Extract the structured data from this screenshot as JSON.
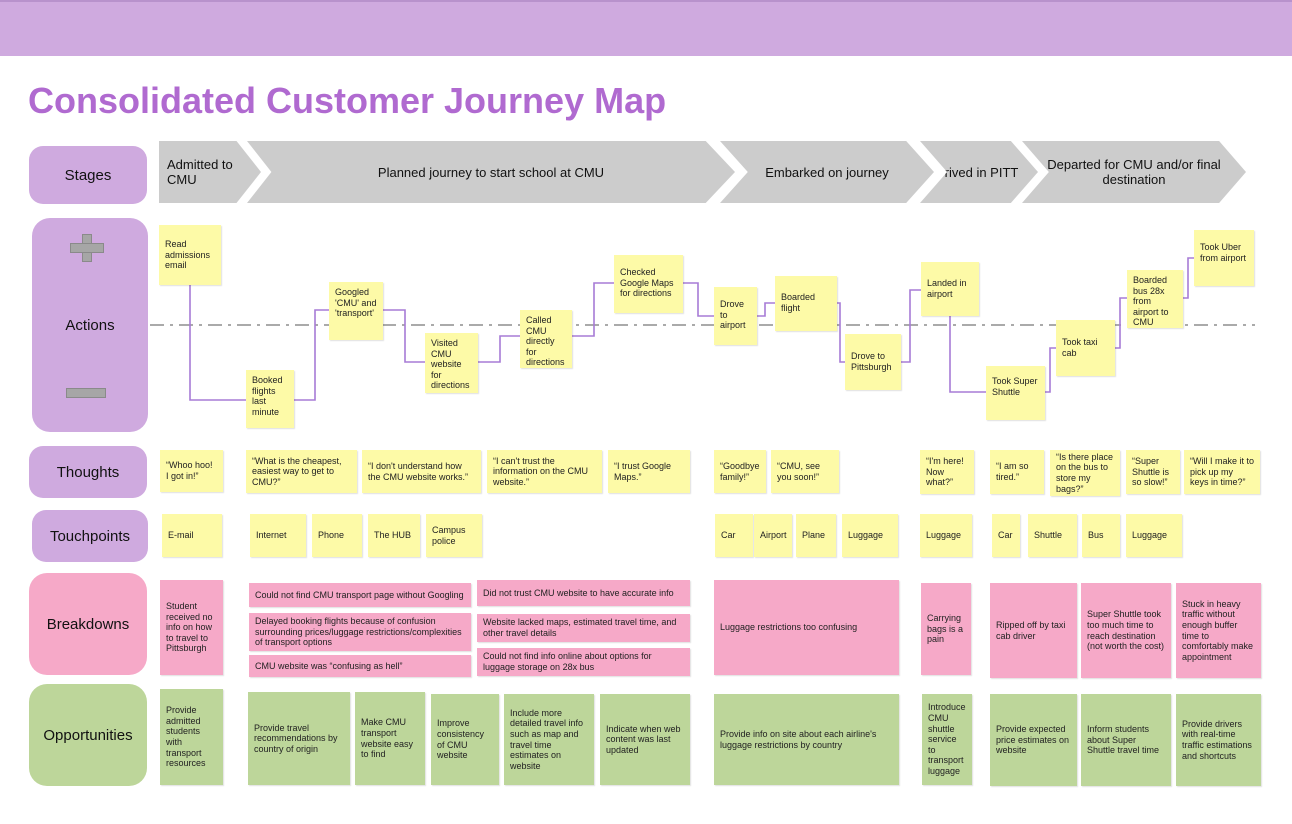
{
  "title": "Consolidated Customer Journey Map",
  "rows": {
    "stages": "Stages",
    "actions": "Actions",
    "thoughts": "Thoughts",
    "touchpoints": "Touchpoints",
    "breakdowns": "Breakdowns",
    "opportunities": "Opportunities"
  },
  "stages": [
    "Admitted to CMU",
    "Planned journey to start school at CMU",
    "Embarked on journey",
    "Arrived in PITT",
    "Departed for CMU and/or final destination"
  ],
  "icons": {
    "positive": "plus-icon",
    "negative": "minus-icon"
  },
  "actions": [
    "Read admissions email",
    "Booked flights last minute",
    "Googled 'CMU' and 'transport'",
    "Visited CMU website for directions",
    "Called CMU directly for directions",
    "Checked Google Maps for directions",
    "Drove to airport",
    "Boarded flight",
    "Drove to Pittsburgh",
    "Landed in airport",
    "Took Super Shuttle",
    "Took taxi cab",
    "Boarded bus 28x from airport to CMU",
    "Took Uber from airport"
  ],
  "thoughts": [
    "“Whoo hoo! I got in!”",
    "“What is the cheapest, easiest way to get to CMU?”",
    "“I don't understand how the CMU website works.”",
    "“I can't trust the information on the CMU website.”",
    "“I trust Google Maps.”",
    "“Goodbye family!”",
    "“CMU, see you soon!”",
    "“I'm here! Now what?”",
    "“I am so tired.”",
    "“Is there place on the bus to store my bags?”",
    "“Super Shuttle is so slow!”",
    "“Will I make it to pick up my keys in time?”"
  ],
  "touchpoints": [
    "E-mail",
    "Internet",
    "Phone",
    "The HUB",
    "Campus police",
    "Car",
    "Airport",
    "Plane",
    "Luggage",
    "Luggage",
    "Car",
    "Shuttle",
    "Bus",
    "Luggage"
  ],
  "breakdowns": [
    "Student received no info on how to travel to Pittsburgh",
    "Could not find CMU transport page without Googling",
    "Delayed booking flights because of confusion surrounding prices/luggage restrictions/complexities of transport options",
    "CMU website was “confusing as hell”",
    "Did not trust CMU website to have accurate info",
    "Website lacked maps, estimated travel time, and other travel details",
    "Could not find info online about options for luggage storage on 28x bus",
    "Luggage restrictions too confusing",
    "Carrying bags is a pain",
    "Ripped off by taxi cab driver",
    "Super Shuttle took too much time to reach destination (not worth the cost)",
    "Stuck in heavy traffic without enough buffer time to comfortably make appointment"
  ],
  "opportunities": [
    "Provide admitted students with transport resources",
    "Provide travel recommendations by country of origin",
    "Make CMU transport website easy to find",
    "Improve consistency of CMU website",
    "Include more detailed travel info such as map and travel time estimates on website",
    "Indicate when web content was last updated",
    "Provide info on site about each airline's luggage restrictions by country",
    "Introduce CMU shuttle service to transport luggage",
    "Provide expected price estimates on website",
    "Inform students about Super Shuttle travel time",
    "Provide drivers with real-time traffic estimations and shortcuts"
  ],
  "colors": {
    "banner": "#cfaadf",
    "title": "#b06ad0",
    "stage_chevron": "#cccccc",
    "sticky_yellow": "#fdfaa7",
    "sticky_pink": "#f6a9c8",
    "sticky_green": "#bdd69a",
    "journey_line": "#a77bd6",
    "baseline": "#aaaaaa"
  }
}
